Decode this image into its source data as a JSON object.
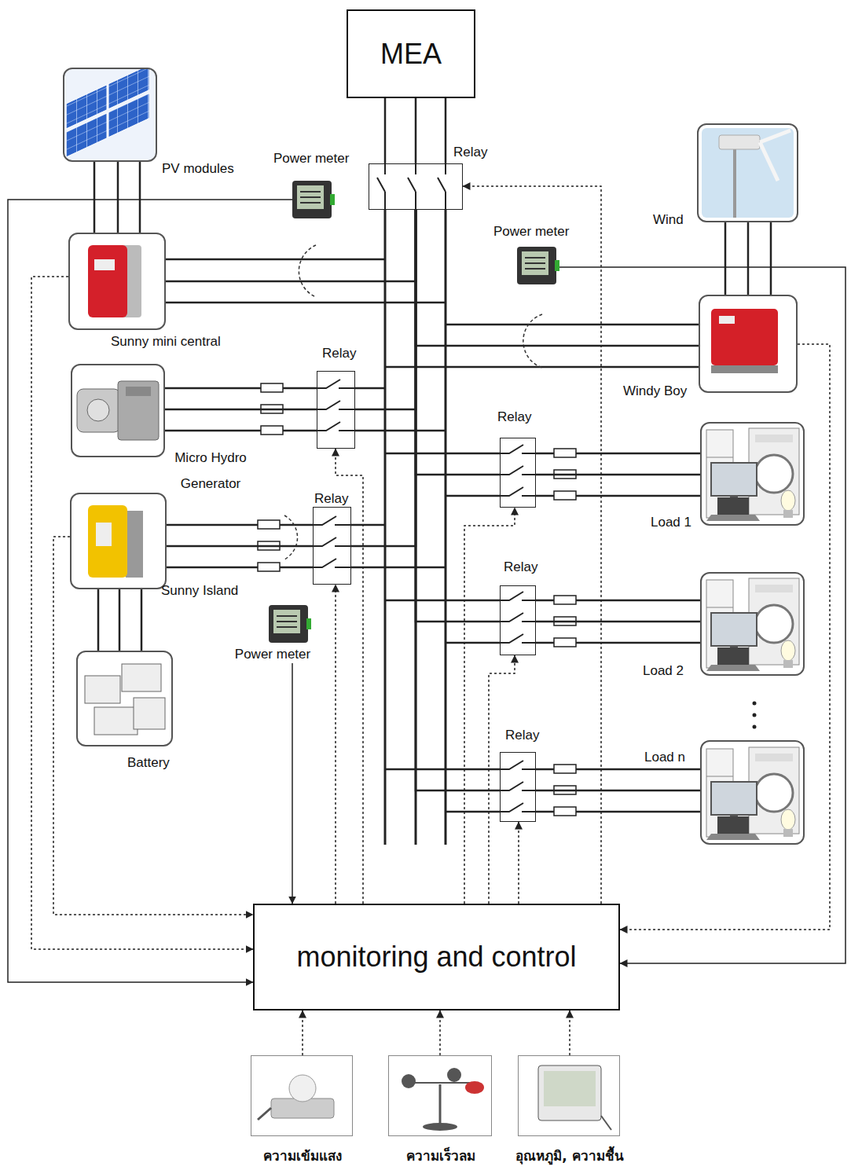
{
  "diagram": {
    "nodes": [
      {
        "text": [
          "MEA"
        ]
      },
      {
        "text": [
          "PV modules"
        ]
      },
      {
        "text": [
          "Power meter"
        ]
      },
      {
        "text": [
          "Relay"
        ]
      },
      {
        "text": [
          "Wind"
        ]
      },
      {
        "text": [
          "Power meter"
        ]
      },
      {
        "text": [
          "Sunny mini central"
        ]
      },
      {
        "text": [
          "Windy Boy"
        ]
      },
      {
        "text": [
          "Micro Hydro Generator"
        ]
      },
      {
        "text": [
          "Relay"
        ]
      },
      {
        "text": [
          "Relay"
        ]
      },
      {
        "text": [
          "Load 1"
        ]
      },
      {
        "text": [
          "Sunny Island"
        ]
      },
      {
        "text": [
          "Relay"
        ]
      },
      {
        "text": [
          "Relay"
        ]
      },
      {
        "text": [
          "Power meter"
        ]
      },
      {
        "text": [
          "Load 2"
        ]
      },
      {
        "text": [
          "Battery"
        ]
      },
      {
        "text": [
          "Relay"
        ]
      },
      {
        "text": [
          "Load n"
        ]
      },
      {
        "text": [
          "monitoring and control"
        ]
      },
      {
        "text": [
          "ความเข้มแสง"
        ]
      },
      {
        "text": [
          "ความเร็วลม"
        ]
      },
      {
        "text": [
          "อุณหภูมิ, ความชื้น"
        ]
      }
    ],
    "edges": [
      {
        "from": 0,
        "to": 3,
        "arrow": "none"
      },
      {
        "from": 1,
        "to": 6,
        "arrow": "none"
      },
      {
        "from": 4,
        "to": 7,
        "arrow": "none"
      },
      {
        "from": 3,
        "to": 6,
        "arrow": "none"
      },
      {
        "from": 3,
        "to": 7,
        "arrow": "none"
      },
      {
        "from": 8,
        "to": 9,
        "arrow": "none"
      },
      {
        "from": 9,
        "to": 3,
        "arrow": "none"
      },
      {
        "from": 3,
        "to": 10,
        "arrow": "none"
      },
      {
        "from": 10,
        "to": 11,
        "arrow": "none"
      },
      {
        "from": 12,
        "to": 13,
        "arrow": "none"
      },
      {
        "from": 13,
        "to": 3,
        "arrow": "none"
      },
      {
        "from": 3,
        "to": 14,
        "arrow": "none"
      },
      {
        "from": 14,
        "to": 16,
        "arrow": "none"
      },
      {
        "from": 17,
        "to": 12,
        "arrow": "none"
      },
      {
        "from": 3,
        "to": 18,
        "arrow": "none"
      },
      {
        "from": 18,
        "to": 19,
        "arrow": "none"
      },
      {
        "from": 2,
        "to": 20,
        "arrow": "to"
      },
      {
        "from": 5,
        "to": 20,
        "arrow": "to"
      },
      {
        "from": 15,
        "to": 20,
        "arrow": "to"
      },
      {
        "from": 6,
        "to": 20,
        "arrow": "to"
      },
      {
        "from": 12,
        "to": 20,
        "arrow": "to"
      },
      {
        "from": 7,
        "to": 20,
        "arrow": "to"
      },
      {
        "from": 20,
        "to": 3,
        "arrow": "to"
      },
      {
        "from": 20,
        "to": 9,
        "arrow": "to"
      },
      {
        "from": 20,
        "to": 13,
        "arrow": "to"
      },
      {
        "from": 20,
        "to": 10,
        "arrow": "to"
      },
      {
        "from": 20,
        "to": 14,
        "arrow": "to"
      },
      {
        "from": 20,
        "to": 18,
        "arrow": "to"
      },
      {
        "from": 21,
        "to": 20,
        "arrow": "to"
      },
      {
        "from": 22,
        "to": 20,
        "arrow": "to"
      },
      {
        "from": 23,
        "to": 20,
        "arrow": "to"
      }
    ]
  }
}
